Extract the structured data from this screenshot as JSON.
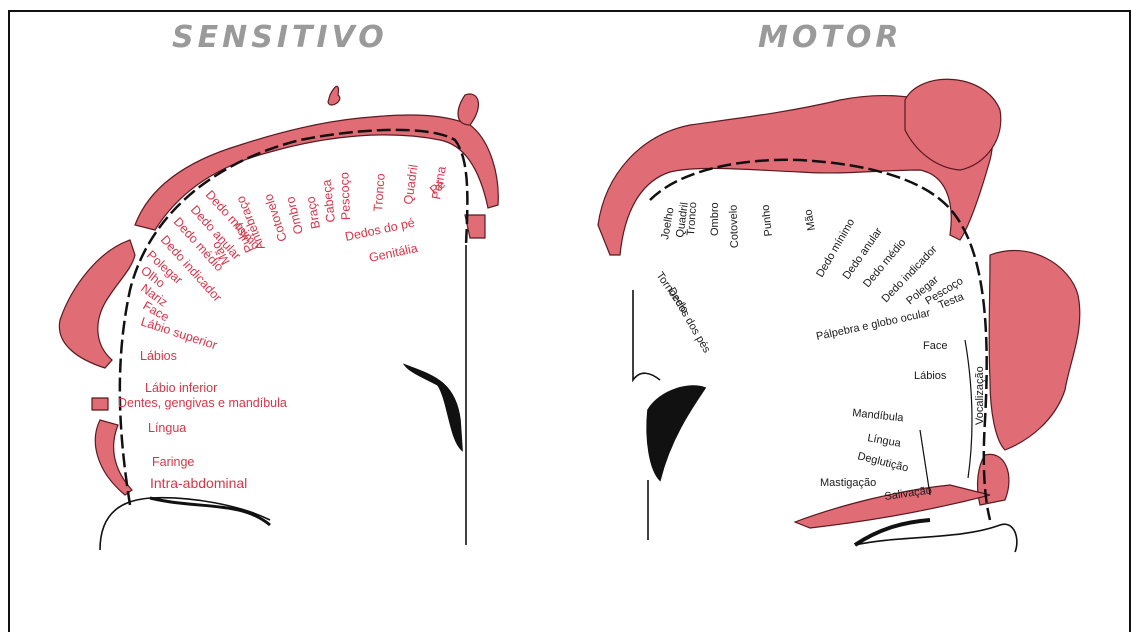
{
  "colors": {
    "homunculus": "#e06c75",
    "sensory_text": "#d6364a",
    "motor_text": "#1a1a1a",
    "outline": "#111111",
    "title": "#9a9a9a"
  },
  "sensory": {
    "title": "SENSITIVO",
    "labels": [
      "Perna",
      "Quadril",
      "Tronco",
      "Pescoço",
      "Cabeça",
      "Braço",
      "Ombro",
      "Cotovelo",
      "Antebraço",
      "Pulso",
      "Mão",
      "Dedo mínimo",
      "Dedo anular",
      "Dedo médio",
      "Dedo indicador",
      "Polegar",
      "Olho",
      "Nariz",
      "Face",
      "Lábio superior",
      "Lábios",
      "Lábio inferior",
      "Dentes, gengivas e mandíbula",
      "Língua",
      "Faringe",
      "Intra-abdominal",
      "Pé",
      "Dedos do pé",
      "Genitália"
    ]
  },
  "motor": {
    "title": "MOTOR",
    "labels": [
      "Joelho",
      "Quadril",
      "Tronco",
      "Ombro",
      "Cotovelo",
      "Punho",
      "Mão",
      "Dedo mínimo",
      "Dedo anular",
      "Dedo médio",
      "Dedo indicador",
      "Polegar",
      "Pescoço",
      "Testa",
      "Pálpebra e globo ocular",
      "Face",
      "Lábios",
      "Mandíbula",
      "Língua",
      "Deglutição",
      "Mastigação",
      "Salivação",
      "Tornozelo",
      "Dedos dos pés",
      "Vocalização"
    ]
  }
}
